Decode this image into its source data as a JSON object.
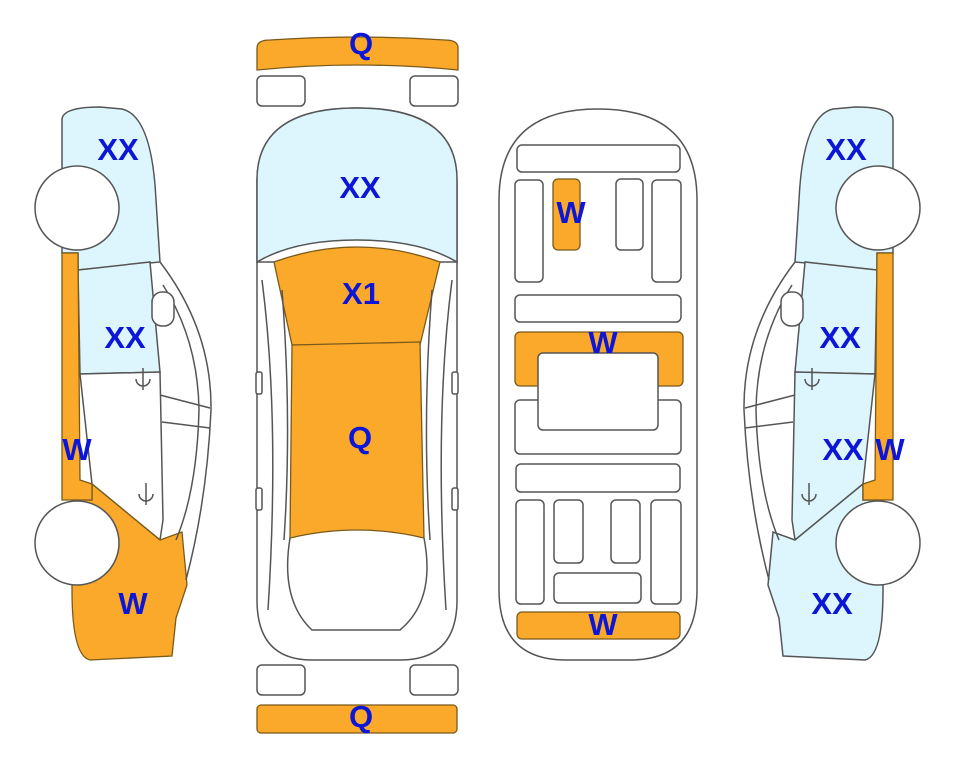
{
  "colors": {
    "damage_fill": "#FBA92B",
    "glass_fill": "#DDF6FD",
    "label_color": "#0B16D6",
    "outline": "#555555"
  },
  "left_view": {
    "labels": [
      "XX",
      "XX",
      "W",
      "W"
    ]
  },
  "top_view": {
    "labels": [
      "Q",
      "XX",
      "X1",
      "Q",
      "Q"
    ]
  },
  "under_view": {
    "labels": [
      "W",
      "W",
      "W"
    ]
  },
  "right_view": {
    "labels": [
      "XX",
      "XX",
      "XX",
      "W",
      "XX"
    ]
  }
}
